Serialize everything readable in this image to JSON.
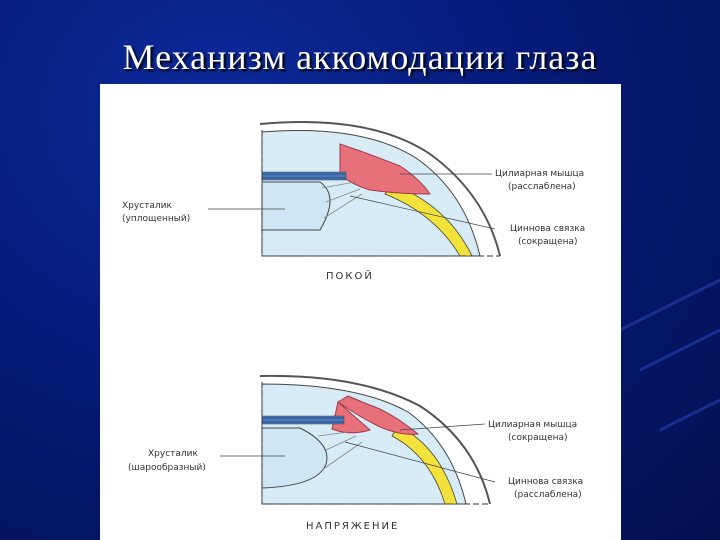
{
  "slide": {
    "title": "Механизм аккомодации глаза"
  },
  "diagram_rest": {
    "caption": "ПОКОЙ",
    "lens_label": "Хрусталик",
    "lens_state": "(уплощенный)",
    "muscle_label": "Цилиарная мышца",
    "muscle_state": "(расслаблена)",
    "ligament_label": "Циннова связка",
    "ligament_state": "(сокращена)"
  },
  "diagram_strain": {
    "caption": "НАПРЯЖЕНИЕ",
    "lens_label": "Хрусталик",
    "lens_state": "(шарообразный)",
    "muscle_label": "Цилиарная мышца",
    "muscle_state": "(сокращена)",
    "ligament_label": "Циннова связка",
    "ligament_state": "(расслаблена)"
  },
  "colors": {
    "background": "#061a78",
    "muscle": "#e8707a",
    "sclera_yellow": "#f2e23a",
    "eye_fluid": "#d7ecf7",
    "iris": "#4a78b8"
  }
}
